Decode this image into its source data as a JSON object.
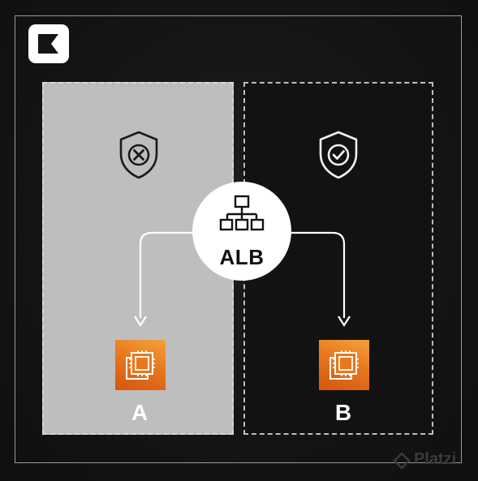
{
  "brand": {
    "logo_icon": "brand-flag-icon",
    "watermark_text": "Platzi"
  },
  "alb": {
    "label": "ALB",
    "icon": "network-hierarchy-icon"
  },
  "zones": [
    {
      "id": "a",
      "status_icon": "shield-x-icon",
      "status": "blocked",
      "background_color": "#bebebe"
    },
    {
      "id": "b",
      "status_icon": "shield-check-icon",
      "status": "allowed",
      "background_color": "#121212"
    }
  ],
  "servers": [
    {
      "label": "A",
      "icon": "ec2-instance-icon",
      "label_color": "#ffffff"
    },
    {
      "label": "B",
      "icon": "ec2-instance-icon",
      "label_color": "#ffffff"
    }
  ],
  "colors": {
    "ec2_orange": "#e8781e",
    "background": "#141414",
    "connector": "#ffffff"
  }
}
